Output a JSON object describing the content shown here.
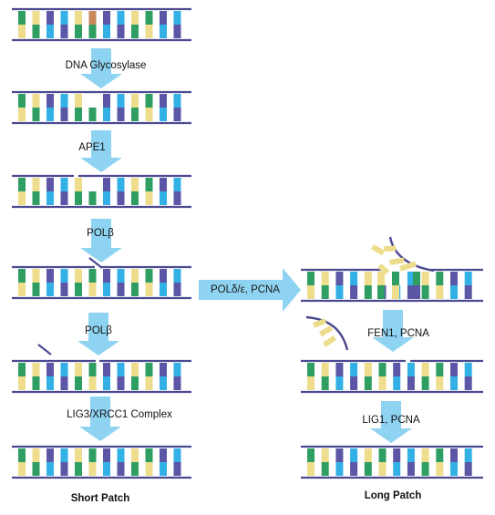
{
  "labels": {
    "glycosylase": "DNA Glycosylase",
    "ape1": "APE1",
    "polb_1": "POLβ",
    "polb_2": "POLβ",
    "lig3": "LIG3/XRCC1 Complex",
    "short_patch": "Short Patch",
    "pold": "POLδ/ε, PCNA",
    "fen1": "FEN1, PCNA",
    "lig1": "LIG1, PCNA",
    "long_patch": "Long Patch"
  },
  "colors": {
    "backbone": "#4b4a91",
    "yellow": "#eedd8c",
    "green": "#2f9e62",
    "purple": "#5b56a6",
    "blue": "#33b1e6",
    "orange": "#c9875a",
    "arrow": "#8fd3f2"
  }
}
